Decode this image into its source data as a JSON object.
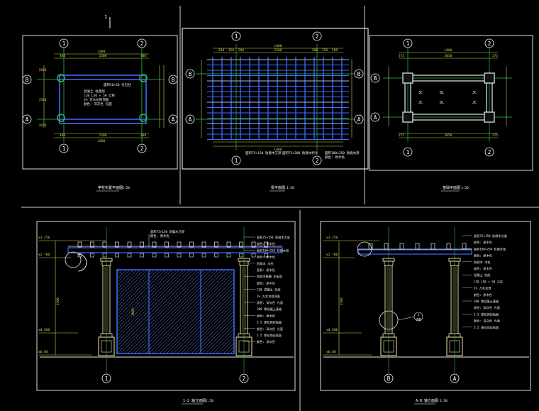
{
  "colors": {
    "background": "#000000",
    "frame": "#d9d9d9",
    "dimension": "#c8d64a",
    "axis": "#2fbf4a",
    "beam": "#3f6bff",
    "structure": "#e8e8e8",
    "note": "#f0f0f0",
    "hatch": "#6f8fff",
    "post": "#f4e9a6",
    "cyan": "#2dd9e6"
  },
  "sheet": {
    "top_mark": "1"
  },
  "plan1": {
    "title": "亭柱布置平面图",
    "scale": "1:50",
    "axis_top": [
      "1",
      "2"
    ],
    "axis_bottom": [
      "1",
      "2"
    ],
    "axis_left": [
      "B",
      "A"
    ],
    "axis_right": [
      "B",
      "A"
    ],
    "dim_top_total": "L800",
    "dim_top_parts": [
      "400",
      "1500",
      "400"
    ],
    "dim_bottom_total": "L800",
    "dim_bottom_parts": [
      "400",
      "1500",
      "400"
    ],
    "dim_side": [
      "2050",
      "1500",
      "2050"
    ],
    "notes": [
      "面积50×50 毛石柱",
      "混凝土 柱基础",
      "C20 L50 × 50 立柱",
      "2% 方木龙骨顶面",
      "颜色: 深灰色 光面"
    ]
  },
  "plan2": {
    "title": "梁平面图",
    "scale": "1:50",
    "axis_top": [
      "1",
      "2"
    ],
    "axis_bottom": [
      "1",
      "2"
    ],
    "axis_left": [
      "B",
      "A"
    ],
    "axis_right": [
      "B",
      "A"
    ],
    "dim_top_total": "L800",
    "dim_top_parts": [
      "200",
      "150",
      "200",
      "1500",
      "200",
      "150",
      "200"
    ],
    "dim_bottom_total": "L800",
    "notes": [
      "面积75×150 防腐木方梁",
      "面积75×200 防腐木桁条",
      "面积100×250 防腐木梁",
      "颜色: 原木色"
    ]
  },
  "plan3": {
    "title": "基础平面图",
    "scale": "1:50",
    "axis_top": [
      "1",
      "2"
    ],
    "axis_bottom": [
      "1",
      "2"
    ],
    "axis_left": [
      "B",
      "A"
    ],
    "axis_right": [
      "B",
      "A"
    ],
    "dim_top_total": "L800",
    "dim_top_parts": [
      "375",
      "2050",
      "375"
    ],
    "dim_bottom_parts": [
      "375",
      "2050",
      "375"
    ],
    "labels": [
      "JC",
      "DL",
      "JC",
      "JC",
      "DL",
      "JC"
    ]
  },
  "elev1": {
    "title": "1-2 轴立面图",
    "scale": "1:50",
    "levels": [
      "±3.250",
      "±2.700",
      "±0.600",
      "±0.00"
    ],
    "dim_vertical": "2500",
    "dim_screen": "2000",
    "axis_bottom": [
      "1",
      "2"
    ],
    "notes_right": [
      "面积75×150 防腐木方梁",
      "颜色: 原木色",
      "面积100×250 防腐木梁",
      "颜色: 原木色",
      "防腐木 木柱",
      "面积: 原木色",
      "防腐木格栅 木板条",
      "颜色: 原木色",
      "C20 混凝土 柱座",
      "2% 方木龙骨顶面",
      "面积: 深灰色 光面",
      "300 厚混凝土基础",
      "颜色: 原木色",
      "5.5 厚花岗岩贴面",
      "颜色: 深灰色 光面",
      "5.5 厚花岗岩贴面",
      "颜色: 深灰色"
    ],
    "notes_top": [
      "面积75×150 防腐木方梁",
      "颜色: 原木色"
    ]
  },
  "elev2": {
    "title": "A-B 轴立面图",
    "scale": "1:50",
    "levels": [
      "±3.250",
      "±2.700",
      "±0.600",
      "±0.00"
    ],
    "dim_vertical": "2500",
    "axis_bottom": [
      "B",
      "A"
    ],
    "detail_mark": "1",
    "detail_sub": "详图",
    "notes_right": [
      "面积75×150 防腐木方梁",
      "颜色: 原木色",
      "面积100×250 防腐木梁",
      "颜色: 原木色",
      "防腐木 木柱",
      "颜色: 原木色",
      "混凝土 柱座",
      "C20 L50 × 50 立柱",
      "2% 方木龙骨",
      "颜色: 原木色",
      "300 厚混凝土基础",
      "颜色: 深灰色 光面",
      "5.5 厚花岗岩贴面",
      "颜色: 深灰色 光面",
      "5.5 厚花岗岩贴面"
    ]
  }
}
